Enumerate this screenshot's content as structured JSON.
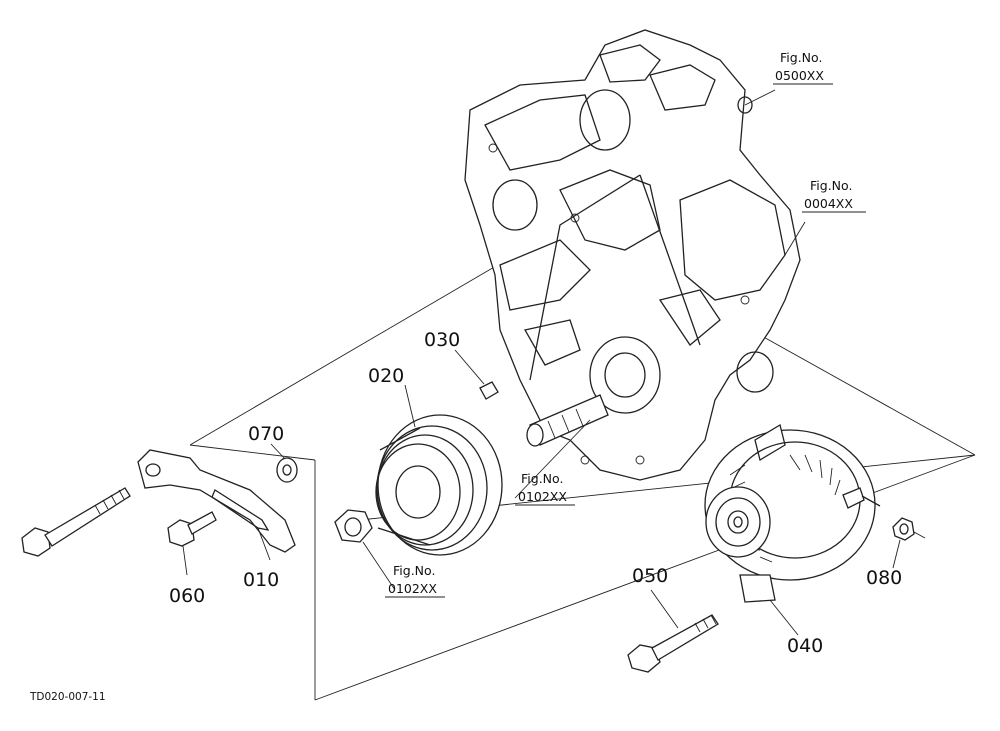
{
  "drawing_code": "TD020-007-11",
  "parts": [
    {
      "id": "010",
      "label": "010"
    },
    {
      "id": "020",
      "label": "020"
    },
    {
      "id": "030",
      "label": "030"
    },
    {
      "id": "040",
      "label": "040"
    },
    {
      "id": "050",
      "label": "050"
    },
    {
      "id": "060",
      "label": "060"
    },
    {
      "id": "070",
      "label": "070"
    },
    {
      "id": "080",
      "label": "080"
    }
  ],
  "figure_refs": [
    {
      "prefix": "Fig.No.",
      "number": "0500XX"
    },
    {
      "prefix": "Fig.No.",
      "number": "0004XX"
    },
    {
      "prefix": "Fig.No.",
      "number": "0102XX"
    },
    {
      "prefix": "Fig.No.",
      "number": "0102XX"
    }
  ]
}
